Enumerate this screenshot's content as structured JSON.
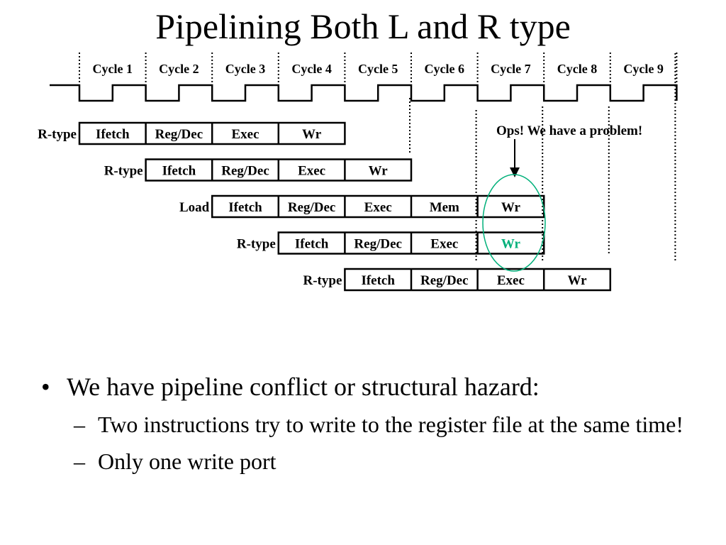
{
  "title": "Pipelining Both L and R type",
  "cycles": [
    "Cycle 1",
    "Cycle 2",
    "Cycle 3",
    "Cycle 4",
    "Cycle 5",
    "Cycle 6",
    "Cycle 7",
    "Cycle 8",
    "Cycle 9"
  ],
  "instructions": [
    {
      "label": "R-type",
      "start": 0,
      "stages": [
        "Ifetch",
        "Reg/Dec",
        "Exec",
        "Wr"
      ]
    },
    {
      "label": "R-type",
      "start": 1,
      "stages": [
        "Ifetch",
        "Reg/Dec",
        "Exec",
        "Wr"
      ]
    },
    {
      "label": "Load",
      "start": 2,
      "stages": [
        "Ifetch",
        "Reg/Dec",
        "Exec",
        "Mem",
        "Wr"
      ]
    },
    {
      "label": "R-type",
      "start": 3,
      "stages": [
        "Ifetch",
        "Reg/Dec",
        "Exec",
        "Wr"
      ],
      "highlight_stage": 3
    },
    {
      "label": "R-type",
      "start": 4,
      "stages": [
        "Ifetch",
        "Reg/Dec",
        "Exec",
        "Wr"
      ]
    }
  ],
  "annotation": "Ops!  We have a problem!",
  "colors": {
    "highlight": "#00b07a",
    "ink": "#000000"
  },
  "bullets": [
    {
      "level": 1,
      "text": "We have pipeline conflict or structural hazard:"
    },
    {
      "level": 2,
      "text": "Two instructions try to write to the register file at the same time!"
    },
    {
      "level": 2,
      "text": "Only one write port"
    }
  ]
}
